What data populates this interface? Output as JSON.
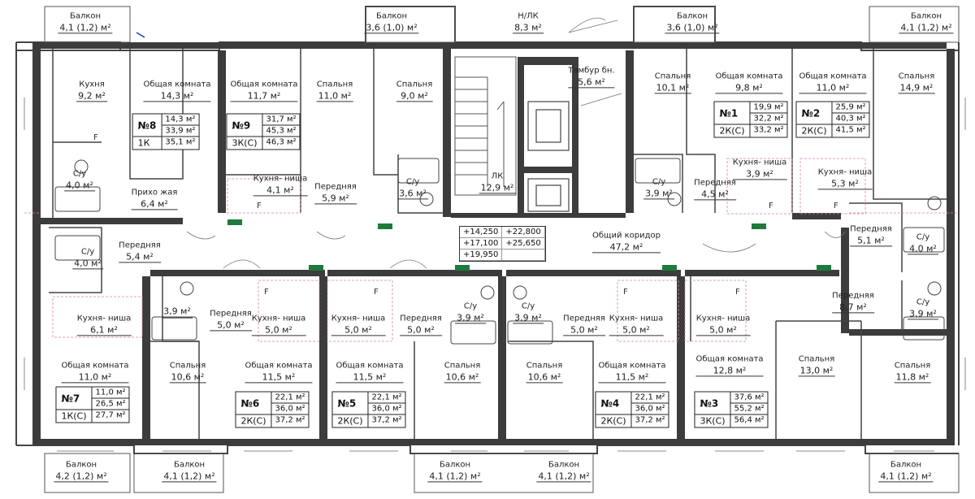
{
  "rooms": [
    {
      "id": "bal-nw",
      "title": "Балкон",
      "area": "4,1 (1,2) м²"
    },
    {
      "id": "bal-n3",
      "title": "Балкон",
      "area": "3,6 (1,0) м²"
    },
    {
      "id": "nlk",
      "title": "Н/ЛК",
      "area": "8,3 м²"
    },
    {
      "id": "bal-n4",
      "title": "Балкон",
      "area": "3,6 (1,0) м²"
    },
    {
      "id": "bal-ne",
      "title": "Балкон",
      "area": "4,1 (1,2) м²"
    },
    {
      "id": "kitchen-7",
      "title": "Кухня",
      "area": "9,2 м²"
    },
    {
      "id": "living-8",
      "title": "Общая комната",
      "area": "14,3 м²"
    },
    {
      "id": "living-9",
      "title": "Общая комната",
      "area": "11,7 м²"
    },
    {
      "id": "bed-9a",
      "title": "Спальня",
      "area": "11,0 м²"
    },
    {
      "id": "bed-9b",
      "title": "Спальня",
      "area": "9,0 м²"
    },
    {
      "id": "vestibule",
      "title": "Тамбур бн.",
      "area": "5,6 м²"
    },
    {
      "id": "bed-1",
      "title": "Спальня",
      "area": "10,1 м²"
    },
    {
      "id": "living-1",
      "title": "Общая комната",
      "area": "9,8 м²"
    },
    {
      "id": "living-2",
      "title": "Общая комната",
      "area": "11,0 м²"
    },
    {
      "id": "bed-2",
      "title": "Спальня",
      "area": "14,9 м²"
    },
    {
      "id": "wc-8",
      "title": "С/у",
      "area": "4,0 м²"
    },
    {
      "id": "hall-8",
      "title": "Прихо жая",
      "area": "6,4 м²"
    },
    {
      "id": "kn-9",
      "title": "Кухня- ниша",
      "area": "4,1 м²"
    },
    {
      "id": "hall-9",
      "title": "Передняя",
      "area": "5,9 м²"
    },
    {
      "id": "wc-9",
      "title": "С/у",
      "area": "3,6 м²"
    },
    {
      "id": "lk",
      "title": "ЛК",
      "area": "12,9 м²"
    },
    {
      "id": "wc-1",
      "title": "С/у",
      "area": "3,9 м²"
    },
    {
      "id": "hall-1",
      "title": "Передняя",
      "area": "4,5 м²"
    },
    {
      "id": "kn-1",
      "title": "Кухня- ниша",
      "area": "3,9 м²"
    },
    {
      "id": "kn-2",
      "title": "Кухня- ниша",
      "area": "5,3 м²"
    },
    {
      "id": "wc-7",
      "title": "С/у",
      "area": "4,0 м²"
    },
    {
      "id": "hall-7",
      "title": "Передняя",
      "area": "5,4 м²"
    },
    {
      "id": "corridor",
      "title": "Общий коридор",
      "area": "47,2 м²"
    },
    {
      "id": "hall-2",
      "title": "Передняя",
      "area": "5,1 м²"
    },
    {
      "id": "wc-2",
      "title": "С/у",
      "area": "4,0 м²"
    },
    {
      "id": "kn-7",
      "title": "Кухня- ниша",
      "area": "6,1 м²"
    },
    {
      "id": "wc-6",
      "title": "",
      "area": "3,9 м²"
    },
    {
      "id": "hall-6",
      "title": "Передняя",
      "area": "5,0 м²"
    },
    {
      "id": "kn-6",
      "title": "Кухня- ниша",
      "area": "5,0 м²"
    },
    {
      "id": "kn-5",
      "title": "Кухня- ниша",
      "area": "5,0 м²"
    },
    {
      "id": "hall-5",
      "title": "Передняя",
      "area": "5,0 м²"
    },
    {
      "id": "wc-5",
      "title": "С/у",
      "area": "3,9 м²"
    },
    {
      "id": "wc-4",
      "title": "С/у",
      "area": "3,9 м²"
    },
    {
      "id": "hall-4",
      "title": "Передняя",
      "area": "5,0 м²"
    },
    {
      "id": "kn-4",
      "title": "Кухня- ниша",
      "area": "5,0 м²"
    },
    {
      "id": "kn-3",
      "title": "Кухня- ниша",
      "area": "5,0 м²"
    },
    {
      "id": "hall-3",
      "title": "Передняя",
      "area": "8,7 м²"
    },
    {
      "id": "wc-3",
      "title": "С/у",
      "area": "3,9 м²"
    },
    {
      "id": "living-7",
      "title": "Общая комната",
      "area": "11,0 м²"
    },
    {
      "id": "bed-6",
      "title": "Спальня",
      "area": "10,6 м²"
    },
    {
      "id": "living-6",
      "title": "Общая комната",
      "area": "11,5 м²"
    },
    {
      "id": "living-5",
      "title": "Общая комната",
      "area": "11,5 м²"
    },
    {
      "id": "bed-5",
      "title": "Спальня",
      "area": "10,6 м²"
    },
    {
      "id": "bed-4",
      "title": "Спальня",
      "area": "10,6 м²"
    },
    {
      "id": "living-4",
      "title": "Общая комната",
      "area": "11,5 м²"
    },
    {
      "id": "living-3",
      "title": "Общая комната",
      "area": "12,8 м²"
    },
    {
      "id": "bed-3a",
      "title": "Спальня",
      "area": "13,0 м²"
    },
    {
      "id": "bed-3b",
      "title": "Спальня",
      "area": "11,8 м²"
    },
    {
      "id": "bal-s1",
      "title": "Балкон",
      "area": "4,2 (1,2) м²"
    },
    {
      "id": "bal-s2",
      "title": "Балкон",
      "area": "4,1 (1,2) м²"
    },
    {
      "id": "bal-s3",
      "title": "Балкон",
      "area": "4,1 (1,2) м²"
    },
    {
      "id": "bal-s4",
      "title": "Балкон",
      "area": "4,1 (1,2) м²"
    },
    {
      "id": "bal-s5",
      "title": "Балкон",
      "area": "4,1 (1,2) м²"
    }
  ],
  "apartments": [
    {
      "no": "№8",
      "type": "1К",
      "a1": "14,3 м²",
      "a2": "33,9 м²",
      "a3": "35,1 м²"
    },
    {
      "no": "№9",
      "type": "3К(С)",
      "a1": "31,7 м²",
      "a2": "45,3 м²",
      "a3": "46,3 м²"
    },
    {
      "no": "№1",
      "type": "2К(С)",
      "a1": "19,9 м²",
      "a2": "32,2 м²",
      "a3": "33,2 м²"
    },
    {
      "no": "№2",
      "type": "2К(С)",
      "a1": "25,9 м²",
      "a2": "40,3 м²",
      "a3": "41,5 м²"
    },
    {
      "no": "№7",
      "type": "1К(С)",
      "a1": "11,0 м²",
      "a2": "26,5 м²",
      "a3": "27,7 м²"
    },
    {
      "no": "№6",
      "type": "2К(С)",
      "a1": "22,1 м²",
      "a2": "36,0 м²",
      "a3": "37,2 м²"
    },
    {
      "no": "№5",
      "type": "2К(С)",
      "a1": "22,1 м²",
      "a2": "36,0 м²",
      "a3": "37,2 м²"
    },
    {
      "no": "№4",
      "type": "2К(С)",
      "a1": "22,1 м²",
      "a2": "36,0 м²",
      "a3": "37,2 м²"
    },
    {
      "no": "№3",
      "type": "3К(С)",
      "a1": "37,6 м²",
      "a2": "55,2 м²",
      "a3": "56,4 м²"
    }
  ],
  "elevations": [
    "+14,250",
    "+22,800",
    "+17,100",
    "+25,650",
    "+19,950",
    ""
  ],
  "fixture_letter": "F",
  "colors": {
    "wall": "#3c3c3c",
    "line": "#444444",
    "dash": "#d77fb0",
    "green": "#1e7a3c",
    "accent": "#1a3fc4"
  }
}
